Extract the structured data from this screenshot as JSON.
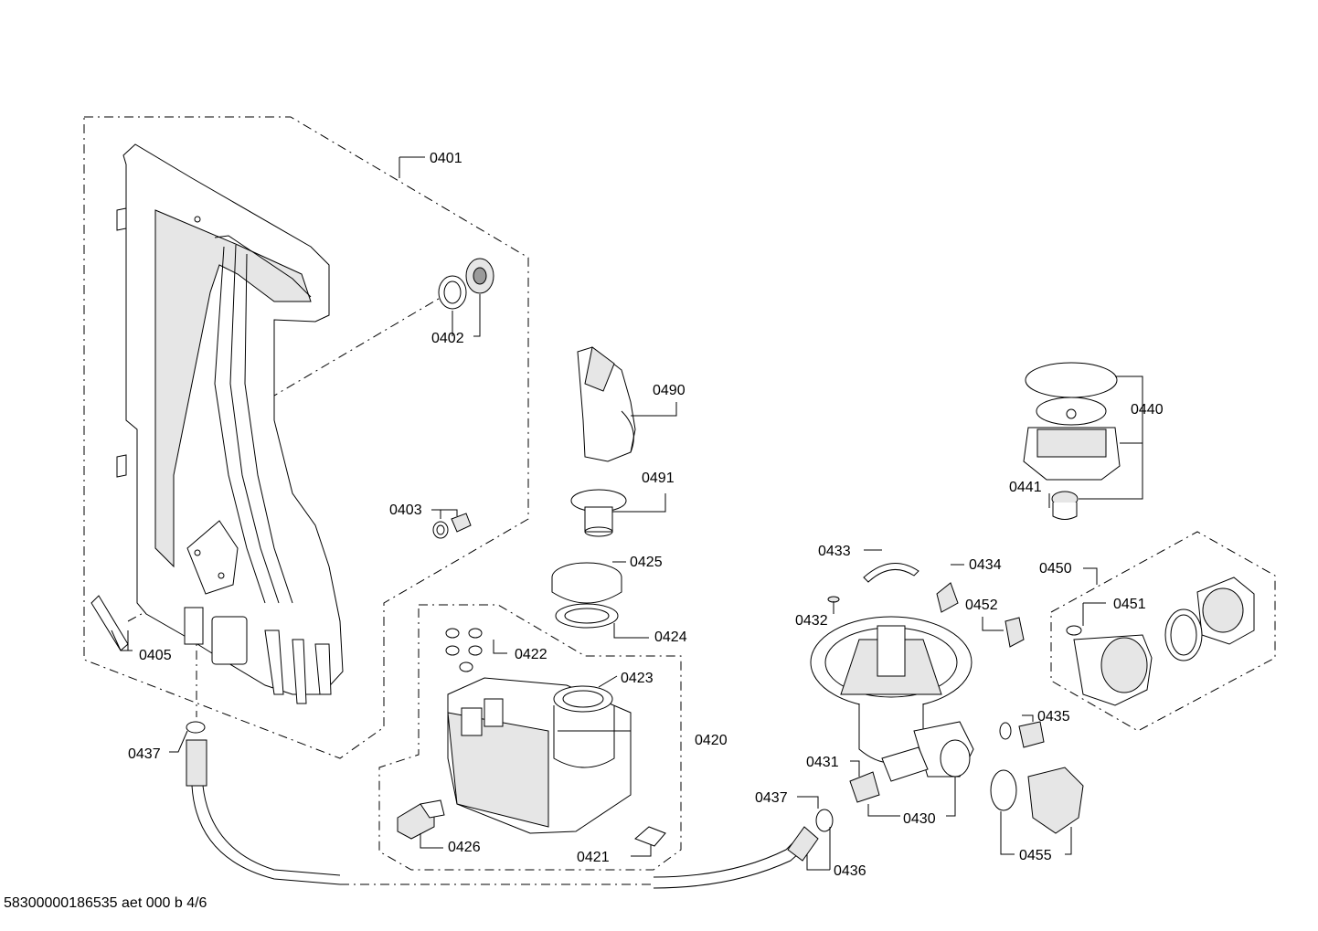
{
  "footer": {
    "document_code": "58300000186535 aet 000 b 4/6"
  },
  "labels": {
    "p0401": "0401",
    "p0402": "0402",
    "p0403": "0403",
    "p0405": "0405",
    "p0437a": "0437",
    "p0490": "0490",
    "p0491": "0491",
    "p0425": "0425",
    "p0424": "0424",
    "p0422": "0422",
    "p0423": "0423",
    "p0420": "0420",
    "p0426": "0426",
    "p0421": "0421",
    "p0437b": "0437",
    "p0436": "0436",
    "p0440": "0440",
    "p0441": "0441",
    "p0433": "0433",
    "p0434": "0434",
    "p0432": "0432",
    "p0452": "0452",
    "p0450": "0450",
    "p0451": "0451",
    "p0431": "0431",
    "p0430": "0430",
    "p0435": "0435",
    "p0455": "0455"
  }
}
